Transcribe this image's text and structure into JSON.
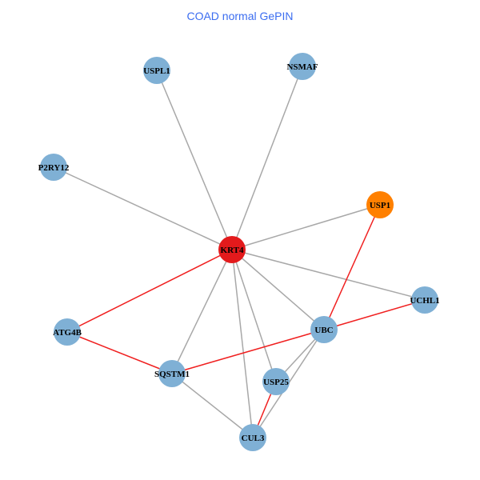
{
  "title": "COAD normal GePIN",
  "colors": {
    "default_node": "#7fb0d5",
    "edge_default": "#a8a8a8",
    "edge_highlight": "#f02020",
    "title": "#3b6df0"
  },
  "nodes": [
    {
      "id": "USPL1",
      "color": "#7fb0d5"
    },
    {
      "id": "NSMAF",
      "color": "#7fb0d5"
    },
    {
      "id": "P2RY12",
      "color": "#7fb0d5"
    },
    {
      "id": "USP1",
      "color": "#ff8000"
    },
    {
      "id": "KRT4",
      "color": "#e31a1c"
    },
    {
      "id": "UCHL1",
      "color": "#7fb0d5"
    },
    {
      "id": "ATG4B",
      "color": "#7fb0d5"
    },
    {
      "id": "UBC",
      "color": "#7fb0d5"
    },
    {
      "id": "SQSTM1",
      "color": "#7fb0d5"
    },
    {
      "id": "USP25",
      "color": "#7fb0d5"
    },
    {
      "id": "CUL3",
      "color": "#7fb0d5"
    }
  ],
  "edges": [
    {
      "source": "KRT4",
      "target": "USPL1",
      "highlight": false
    },
    {
      "source": "KRT4",
      "target": "NSMAF",
      "highlight": false
    },
    {
      "source": "KRT4",
      "target": "P2RY12",
      "highlight": false
    },
    {
      "source": "KRT4",
      "target": "USP1",
      "highlight": false
    },
    {
      "source": "KRT4",
      "target": "UCHL1",
      "highlight": false
    },
    {
      "source": "KRT4",
      "target": "UBC",
      "highlight": false
    },
    {
      "source": "KRT4",
      "target": "SQSTM1",
      "highlight": false
    },
    {
      "source": "KRT4",
      "target": "USP25",
      "highlight": false
    },
    {
      "source": "KRT4",
      "target": "CUL3",
      "highlight": false
    },
    {
      "source": "KRT4",
      "target": "ATG4B",
      "highlight": true
    },
    {
      "source": "ATG4B",
      "target": "SQSTM1",
      "highlight": true
    },
    {
      "source": "SQSTM1",
      "target": "UBC",
      "highlight": true
    },
    {
      "source": "UBC",
      "target": "UCHL1",
      "highlight": true
    },
    {
      "source": "UBC",
      "target": "USP1",
      "highlight": true
    },
    {
      "source": "USP25",
      "target": "CUL3",
      "highlight": true
    },
    {
      "source": "SQSTM1",
      "target": "CUL3",
      "highlight": false
    },
    {
      "source": "UBC",
      "target": "USP25",
      "highlight": false
    },
    {
      "source": "UBC",
      "target": "CUL3",
      "highlight": false
    }
  ]
}
